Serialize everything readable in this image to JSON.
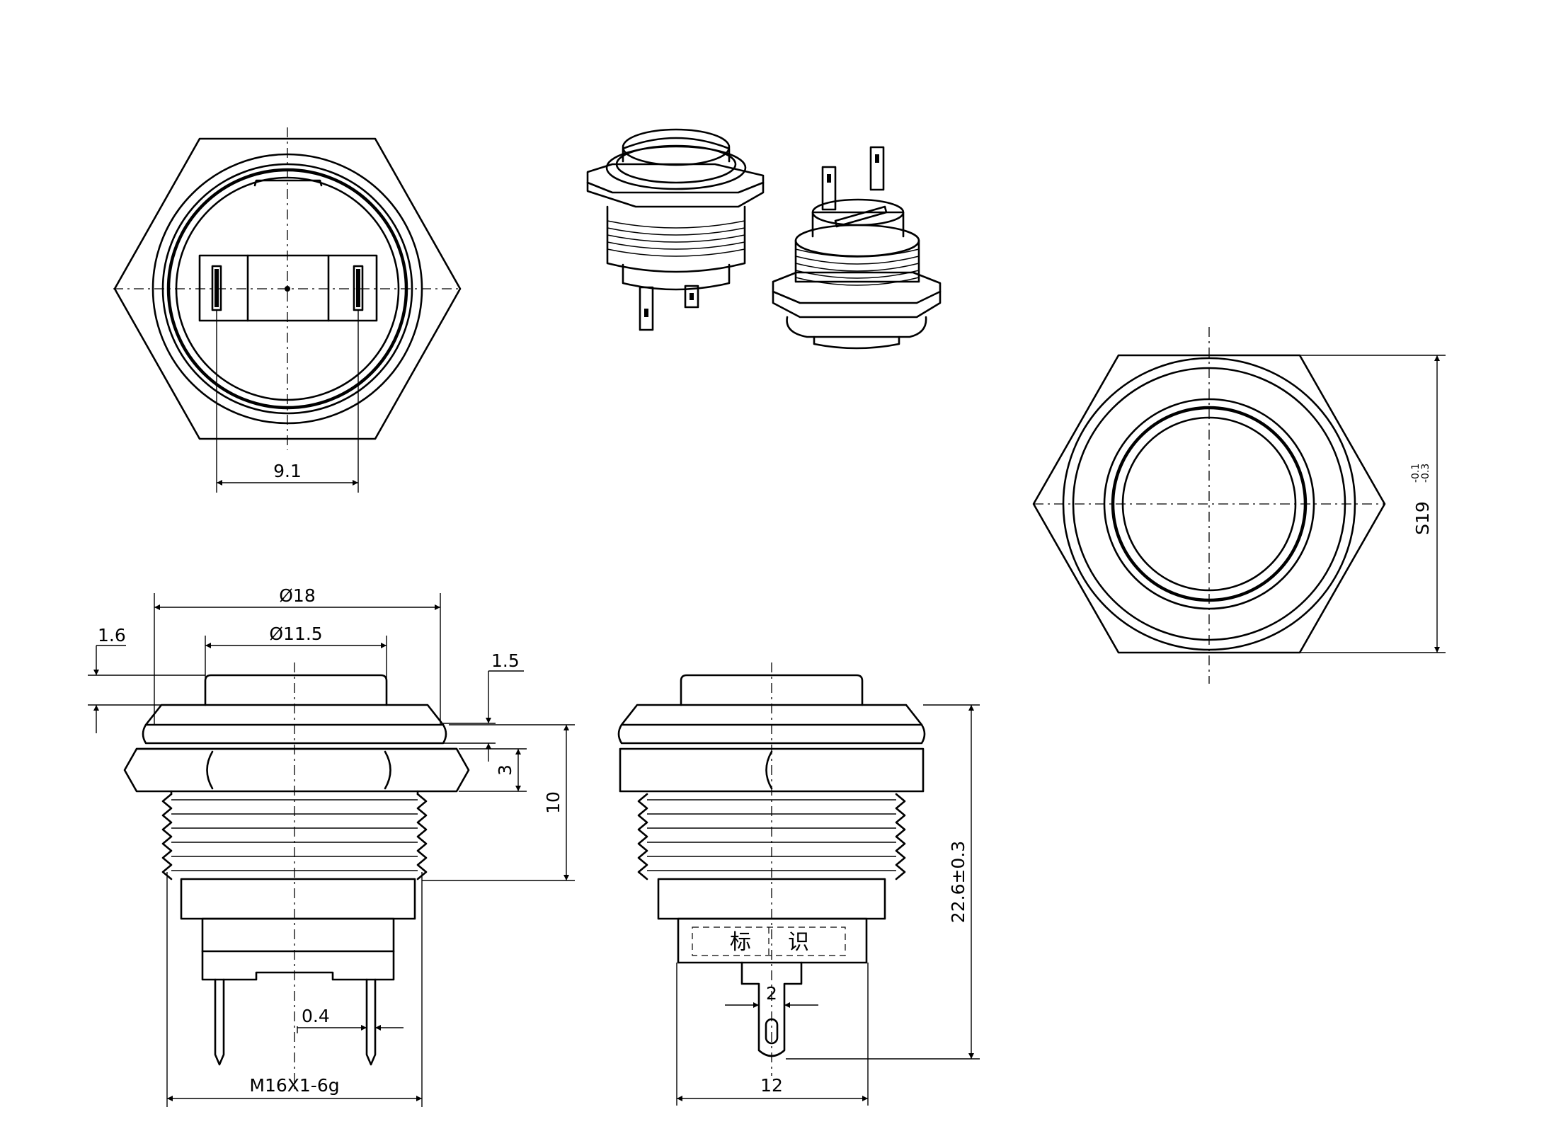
{
  "drawing": {
    "dims": {
      "pin_span": "9.1",
      "outer_dia": "Ø18",
      "cap_dia": "Ø11.5",
      "cap_step": "1.6",
      "ring_step": "1.5",
      "nut_height": "3",
      "panel_depth": "10",
      "total_length": "22.6±0.3",
      "thread": "M16X1-6g",
      "pin_thickness": "0.4",
      "base_width": "12",
      "pin_width": "2",
      "hex_flat_base": "S19",
      "hex_flat_tol_upper": "-0.1",
      "hex_flat_tol_lower": "-0.3"
    },
    "marking": {
      "char1": "标",
      "char2": "识"
    }
  }
}
